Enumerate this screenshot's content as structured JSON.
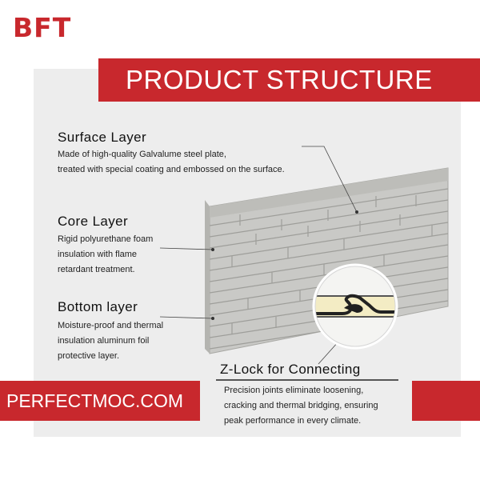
{
  "brand": {
    "logo_text": "BFT"
  },
  "title": "PRODUCT STRUCTURE",
  "sections": {
    "surface": {
      "heading": "Surface Layer",
      "line1": "Made of high-quality Galvalume steel plate,",
      "line2": "treated with special coating and embossed on the surface."
    },
    "core": {
      "heading": "Core Layer",
      "line1": "Rigid polyurethane foam",
      "line2": "insulation with flame",
      "line3": "retardant treatment."
    },
    "bottom": {
      "heading": "Bottom layer",
      "line1": "Moisture-proof and thermal",
      "line2": "insulation aluminum foil",
      "line3": "protective layer."
    },
    "zlock": {
      "heading": "Z-Lock for Connecting",
      "line1": "Precision joints eliminate loosening,",
      "line2": "cracking and thermal bridging, ensuring",
      "line3": "peak performance in every climate."
    }
  },
  "website": "PERFECTMOC.COM",
  "colors": {
    "brand_red": "#c8282d",
    "panel_gray": "#c9c9c6",
    "foam_yellow": "#f3ecc4"
  }
}
